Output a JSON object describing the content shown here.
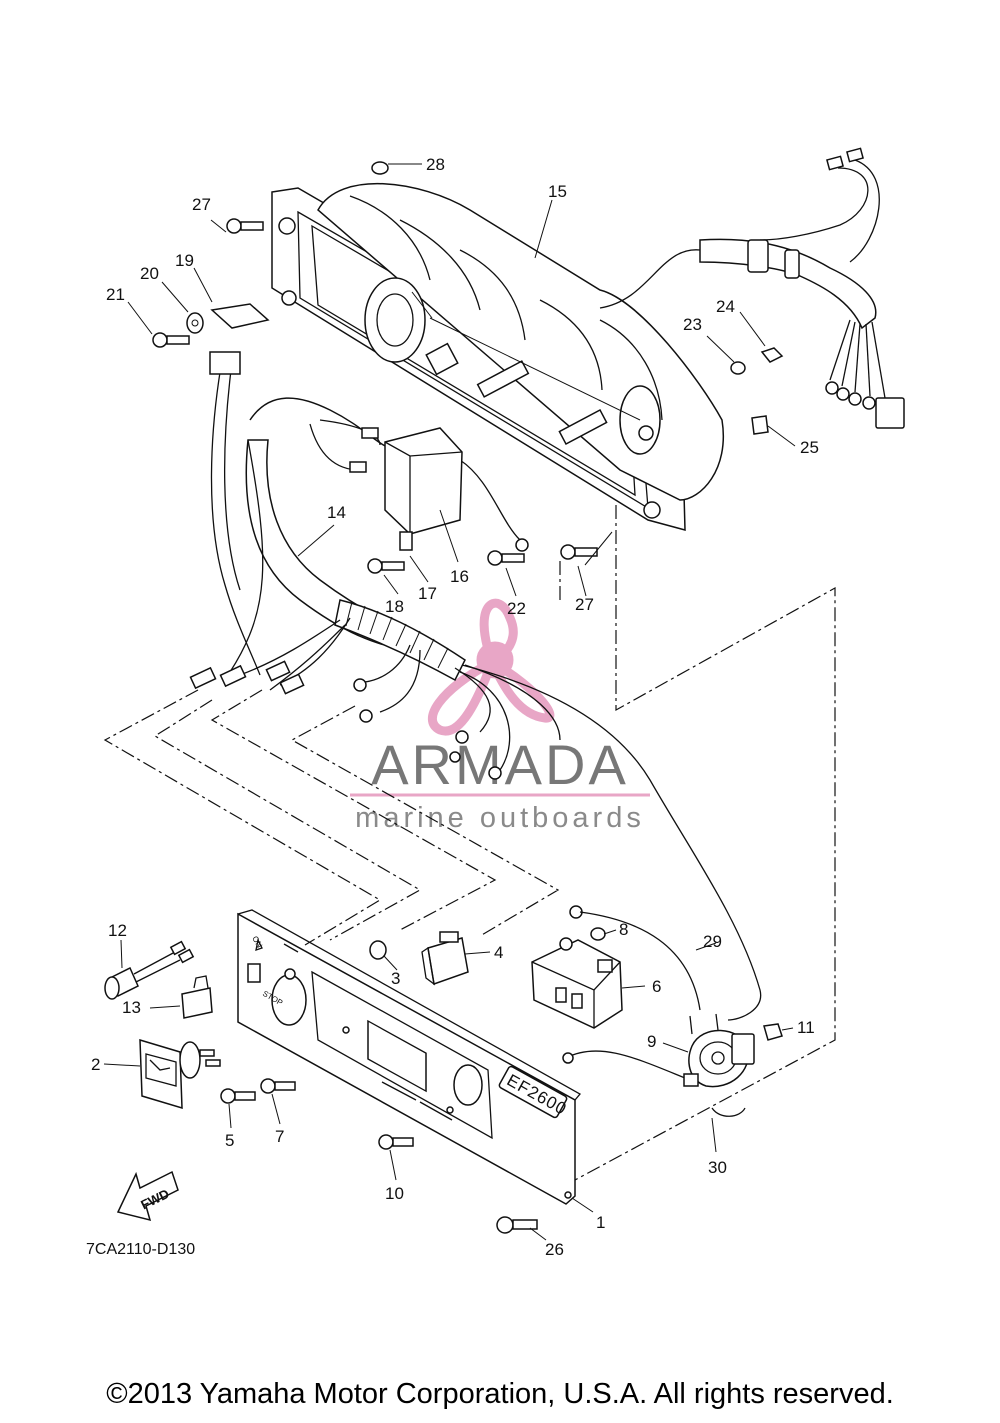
{
  "diagram": {
    "code": "7CA2110-D130",
    "copyright": "©2013 Yamaha Motor Corporation, U.S.A. All rights reserved.",
    "panel_model": "EF2600",
    "fwd_arrow_text": "FWD",
    "switch_labels": {
      "on": "ON",
      "stop": "STOP"
    },
    "watermark": {
      "name": "ARMADA",
      "tagline": "marine outboards",
      "color": "#e8a6c6"
    },
    "callouts": [
      {
        "id": "c1",
        "text": "1"
      },
      {
        "id": "c2",
        "text": "2"
      },
      {
        "id": "c3",
        "text": "3"
      },
      {
        "id": "c4",
        "text": "4"
      },
      {
        "id": "c5",
        "text": "5"
      },
      {
        "id": "c6",
        "text": "6"
      },
      {
        "id": "c7",
        "text": "7"
      },
      {
        "id": "c8",
        "text": "8"
      },
      {
        "id": "c9",
        "text": "9"
      },
      {
        "id": "c10",
        "text": "10"
      },
      {
        "id": "c11",
        "text": "11"
      },
      {
        "id": "c12",
        "text": "12"
      },
      {
        "id": "c13",
        "text": "13"
      },
      {
        "id": "c14",
        "text": "14"
      },
      {
        "id": "c15",
        "text": "15"
      },
      {
        "id": "c16",
        "text": "16"
      },
      {
        "id": "c17",
        "text": "17"
      },
      {
        "id": "c18",
        "text": "18"
      },
      {
        "id": "c19",
        "text": "19"
      },
      {
        "id": "c20",
        "text": "20"
      },
      {
        "id": "c21",
        "text": "21"
      },
      {
        "id": "c22",
        "text": "22"
      },
      {
        "id": "c23",
        "text": "23"
      },
      {
        "id": "c24",
        "text": "24"
      },
      {
        "id": "c25",
        "text": "25"
      },
      {
        "id": "c26",
        "text": "26"
      },
      {
        "id": "c27a",
        "text": "27"
      },
      {
        "id": "c27b",
        "text": "27"
      },
      {
        "id": "c28",
        "text": "28"
      },
      {
        "id": "c29",
        "text": "29"
      },
      {
        "id": "c30",
        "text": "30"
      }
    ]
  }
}
